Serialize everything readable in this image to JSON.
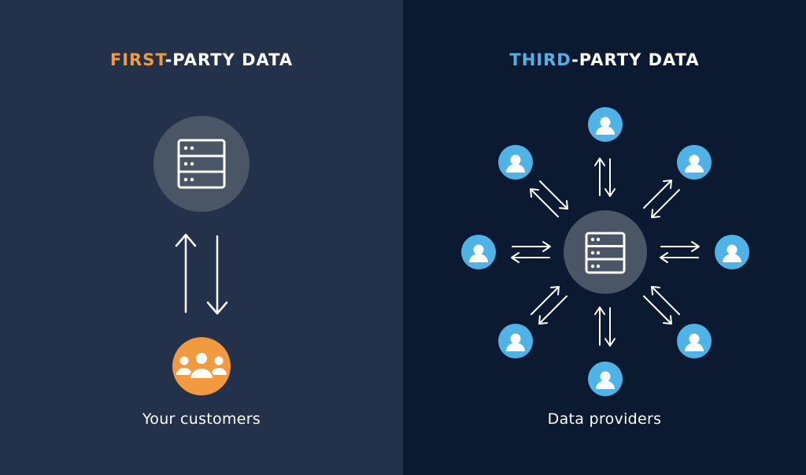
{
  "first_party": {
    "title_highlight": "FIRST",
    "title_rest": "-PARTY DATA",
    "caption": "Your customers",
    "highlight_color": "#f29a3f"
  },
  "third_party": {
    "title_highlight": "THIRD",
    "title_rest": "-PARTY DATA",
    "caption": "Data providers",
    "highlight_color": "#4fb3e8"
  },
  "icons": {
    "server": "server-icon",
    "customers": "group-users-icon",
    "provider": "user-icon"
  }
}
